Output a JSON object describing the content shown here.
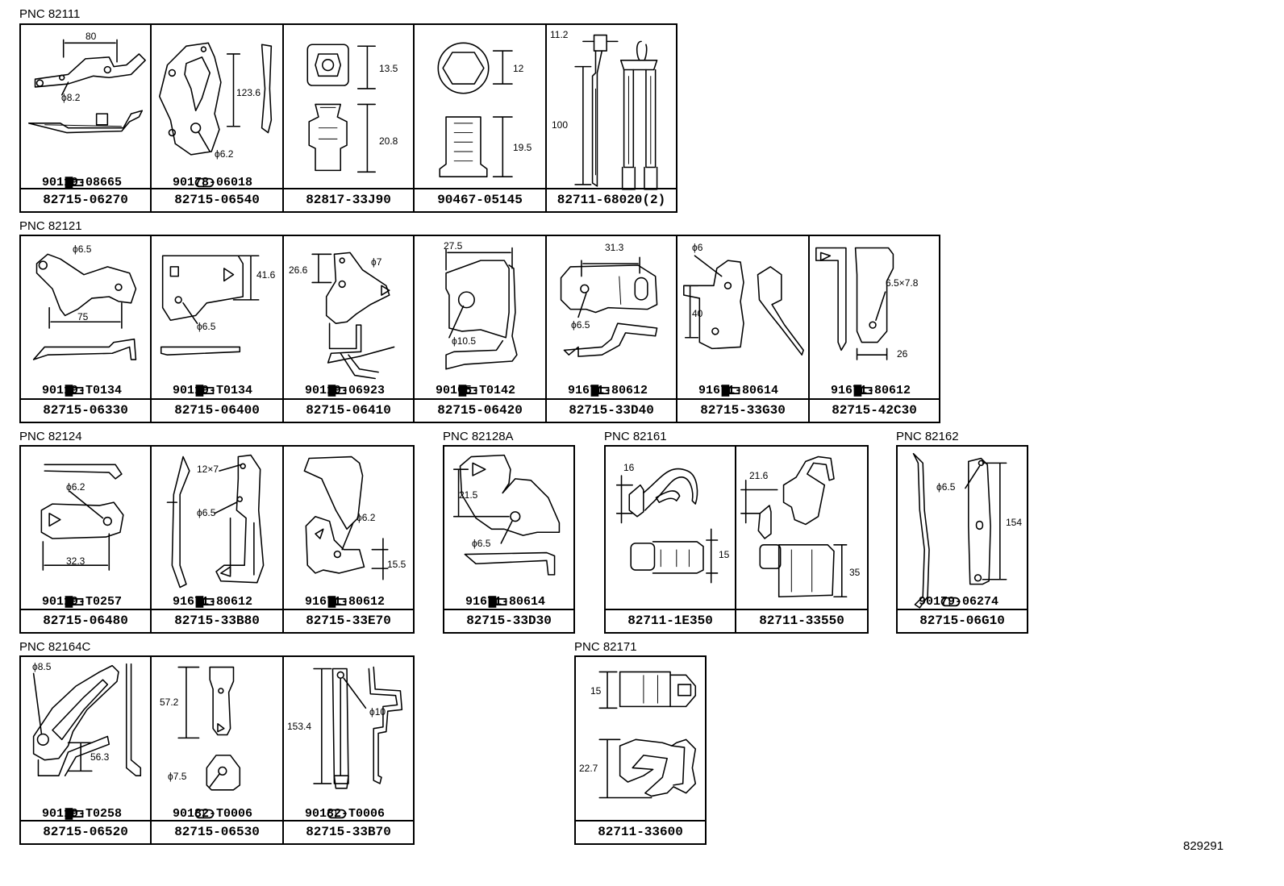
{
  "diagram_id": "829291",
  "groups": [
    {
      "label": "PNC 82111",
      "cells": [
        {
          "part": "82715-06270",
          "fastener": {
            "type": "bolt",
            "number": "90119-08665"
          },
          "dims": [
            "80",
            "ϕ8.2"
          ]
        },
        {
          "part": "82715-06540",
          "fastener": {
            "type": "clip",
            "number": "90178-06018"
          },
          "dims": [
            "123.6",
            "ϕ6.2"
          ]
        },
        {
          "part": "82817-33J90",
          "fastener": null,
          "dims": [
            "13.5",
            "20.8"
          ]
        },
        {
          "part": "90467-05145",
          "fastener": null,
          "dims": [
            "12",
            "19.5"
          ]
        },
        {
          "part": "82711-68020(2)",
          "fastener": null,
          "dims": [
            "11.2",
            "100"
          ]
        }
      ]
    },
    {
      "label": "PNC 82121",
      "cells": [
        {
          "part": "82715-06330",
          "fastener": {
            "type": "bolt",
            "number": "90119-T0134"
          },
          "dims": [
            "ϕ6.5",
            "75"
          ]
        },
        {
          "part": "82715-06400",
          "fastener": {
            "type": "bolt",
            "number": "90119-T0134"
          },
          "dims": [
            "41.6",
            "ϕ6.5"
          ]
        },
        {
          "part": "82715-06410",
          "fastener": {
            "type": "bolt",
            "number": "90119-06923"
          },
          "dims": [
            "26.6",
            "ϕ7"
          ]
        },
        {
          "part": "82715-06420",
          "fastener": {
            "type": "bolt",
            "number": "90105-T0142"
          },
          "dims": [
            "27.5",
            "ϕ10.5"
          ]
        },
        {
          "part": "82715-33D40",
          "fastener": {
            "type": "bolt",
            "number": "91671-80612"
          },
          "dims": [
            "31.3",
            "ϕ6.5"
          ]
        },
        {
          "part": "82715-33G30",
          "fastener": {
            "type": "bolt",
            "number": "91671-80614"
          },
          "dims": [
            "ϕ6",
            "40"
          ]
        },
        {
          "part": "82715-42C30",
          "fastener": {
            "type": "bolt",
            "number": "91671-80612"
          },
          "dims": [
            "6.5×7.8",
            "26"
          ]
        }
      ]
    },
    {
      "label": "PNC 82124",
      "cells": [
        {
          "part": "82715-06480",
          "fastener": {
            "type": "bolt",
            "number": "90119-T0257"
          },
          "dims": [
            "ϕ6.2",
            "32.3"
          ]
        },
        {
          "part": "82715-33B80",
          "fastener": {
            "type": "bolt",
            "number": "91671-80612"
          },
          "dims": [
            "12×7",
            "ϕ6.5"
          ]
        },
        {
          "part": "82715-33E70",
          "fastener": {
            "type": "bolt",
            "number": "91671-80612"
          },
          "dims": [
            "ϕ6.2",
            "15.5"
          ]
        }
      ]
    },
    {
      "label": "PNC 82128A",
      "cells": [
        {
          "part": "82715-33D30",
          "fastener": {
            "type": "bolt",
            "number": "91671-80614"
          },
          "dims": [
            "21.5",
            "ϕ6.5"
          ]
        }
      ]
    },
    {
      "label": "PNC 82161",
      "cells": [
        {
          "part": "82711-1E350",
          "fastener": null,
          "dims": [
            "16",
            "15"
          ]
        },
        {
          "part": "82711-33550",
          "fastener": null,
          "dims": [
            "21.6",
            "35"
          ]
        }
      ]
    },
    {
      "label": "PNC 82162",
      "cells": [
        {
          "part": "82715-06G10",
          "fastener": {
            "type": "clip",
            "number": "90179-06274"
          },
          "dims": [
            "ϕ6.5",
            "154"
          ]
        }
      ]
    },
    {
      "label": "PNC 82164C",
      "cells": [
        {
          "part": "82715-06520",
          "fastener": {
            "type": "bolt",
            "number": "90119-T0258"
          },
          "dims": [
            "ϕ8.5",
            "56.3"
          ]
        },
        {
          "part": "82715-06530",
          "fastener": {
            "type": "clip",
            "number": "90182-T0006"
          },
          "dims": [
            "57.2",
            "ϕ7.5"
          ]
        },
        {
          "part": "82715-33B70",
          "fastener": {
            "type": "clip",
            "number": "90182-T0006"
          },
          "dims": [
            "153.4",
            "ϕ10"
          ]
        }
      ]
    },
    {
      "label": "PNC 82171",
      "cells": [
        {
          "part": "82711-33600",
          "fastener": null,
          "dims": [
            "15",
            "22.7"
          ]
        }
      ]
    }
  ]
}
